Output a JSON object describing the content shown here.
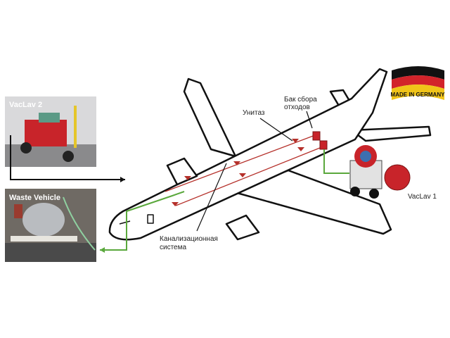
{
  "labels": {
    "vaclav2": "VacLav 2",
    "waste_vehicle": "Waste Vehicle",
    "vaclav1": "VacLav 1",
    "toilet": "Унитаз",
    "tank_line1": "Бак сбора",
    "tank_line2": "отходов",
    "sewer_line1": "Канализационная",
    "sewer_line2": "система",
    "made_in": "MADE IN GERMANY"
  },
  "colors": {
    "pipe": "#b5302a",
    "hose": "#5aa83c",
    "outline": "#111111",
    "equipment": "#c8242a"
  }
}
